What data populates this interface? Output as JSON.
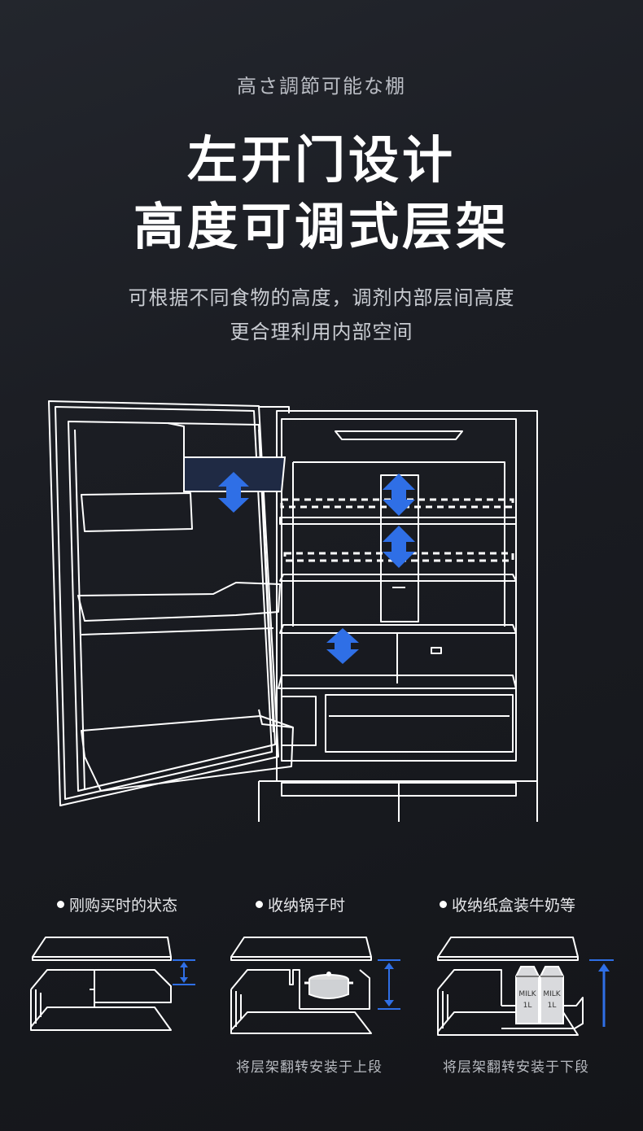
{
  "header": {
    "subtitle_jp": "高さ調節可能な棚",
    "title_line1": "左开门设计",
    "title_line2": "高度可调式层架",
    "desc_line1": "可根据不同食物的高度，调剂内部层间高度",
    "desc_line2": "更合理利用内部空间"
  },
  "colors": {
    "background": "#1b1d23",
    "accent_blue": "#2f6fe6",
    "line": "#ffffff"
  },
  "states": [
    {
      "label": "刚购买时的状态",
      "caption": ""
    },
    {
      "label": "收纳锅子时",
      "caption": "将层架翻转安装于上段"
    },
    {
      "label": "收纳纸盒装牛奶等",
      "caption": "将层架翻转安装于下段"
    }
  ],
  "milk": {
    "text": "MILK",
    "volume": "1L"
  },
  "icons": [
    "fridge-illustration",
    "up-down-arrow-icon",
    "pot-icon",
    "milk-carton-icon"
  ]
}
